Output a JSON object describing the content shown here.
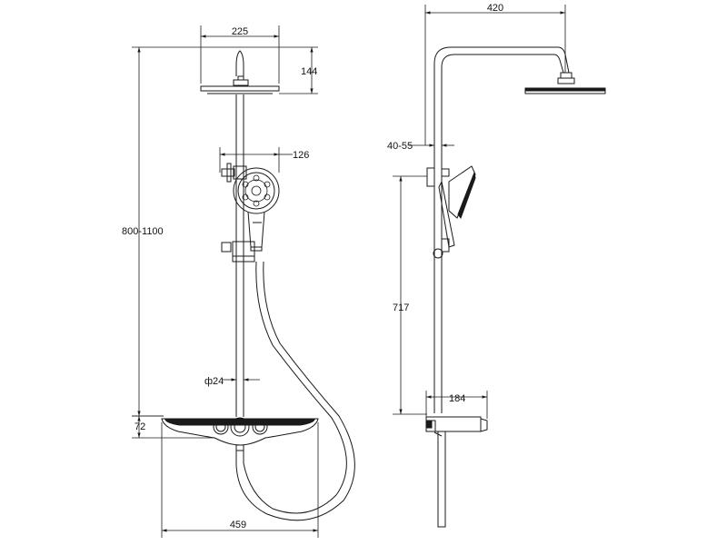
{
  "front_view": {
    "dim_shower_head_width": "225",
    "dim_shower_head_height": "144",
    "dim_hand_shower_offset": "126",
    "dim_total_height": "800-1100",
    "dim_pipe_diameter": "ф24",
    "dim_shelf_height": "72",
    "dim_shelf_width": "459"
  },
  "side_view": {
    "dim_arm_reach": "420",
    "dim_wall_distance": "40-55",
    "dim_slide_bar_height": "717",
    "dim_shelf_depth": "184"
  }
}
